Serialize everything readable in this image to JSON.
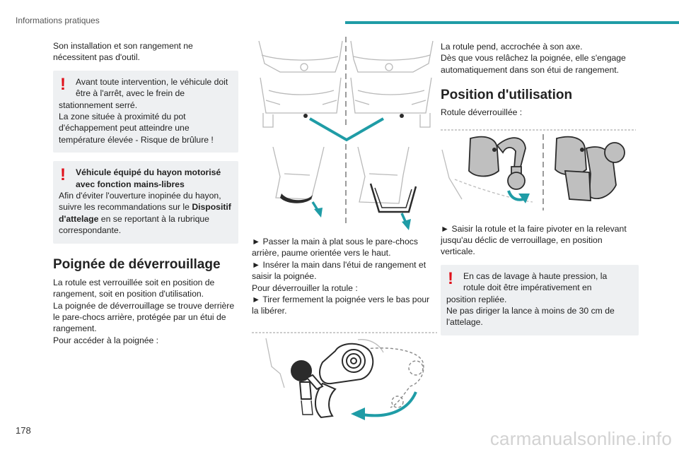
{
  "header": {
    "section": "Informations pratiques"
  },
  "page_number": "178",
  "watermark": "carmanualsonline.info",
  "col1": {
    "intro": "Son installation et son rangement ne nécessitent pas d'outil.",
    "warn1": {
      "line1": "Avant toute intervention, le véhicule doit",
      "line2": "être à l'arrêt, avec le frein de",
      "rest": "stationnement serré.",
      "p2": "La zone située à proximité du pot d'échappement peut atteindre une température élevée - Risque de brûlure !"
    },
    "warn2": {
      "line1": "Véhicule équipé du hayon motorisé",
      "line2": "avec fonction mains-libres",
      "text_before": "Afin d'éviter l'ouverture inopinée du hayon, suivre les recommandations sur le ",
      "bold_link": "Dispositif d'attelage",
      "text_after": " en se reportant à la rubrique correspondante."
    },
    "heading": "Poignée de déverrouillage",
    "p1": "La rotule est verrouillée soit en position de rangement, soit en position d'utilisation.",
    "p2": "La poignée de déverrouillage se trouve derrière le pare-chocs arrière, protégée par un étui de rangement.",
    "p3": "Pour accéder à la poignée :"
  },
  "col2": {
    "s1": "► Passer la main à plat sous le pare-chocs arrière, paume orientée vers le haut.",
    "s2": "► Insérer la main dans l'étui de rangement et saisir la poignée.",
    "s3": "Pour déverrouiller la rotule :",
    "s4": "► Tirer fermement la poignée vers le bas pour la libérer."
  },
  "col3": {
    "p1": "La rotule pend, accrochée à son axe.",
    "p2": "Dès que vous relâchez la poignée, elle s'engage automatiquement dans son étui de rangement.",
    "heading": "Position d'utilisation",
    "sub": "Rotule déverrouillée :",
    "step": "► Saisir la rotule et la faire pivoter en la relevant jusqu'au déclic de verrouillage, en position verticale.",
    "warn": {
      "line1": "En cas de lavage à haute pression, la",
      "line2": "rotule doit être impérativement en",
      "rest": "position repliée.",
      "p2": "Ne pas diriger la lance à moins de 30 cm de l'attelage."
    }
  },
  "colors": {
    "accent": "#1f9ca6",
    "warning": "#e0111b",
    "box": "#eef0f2"
  },
  "icons": [
    "warning-exclamation-icon",
    "arrow-down-icon",
    "rotate-arrow-icon"
  ]
}
